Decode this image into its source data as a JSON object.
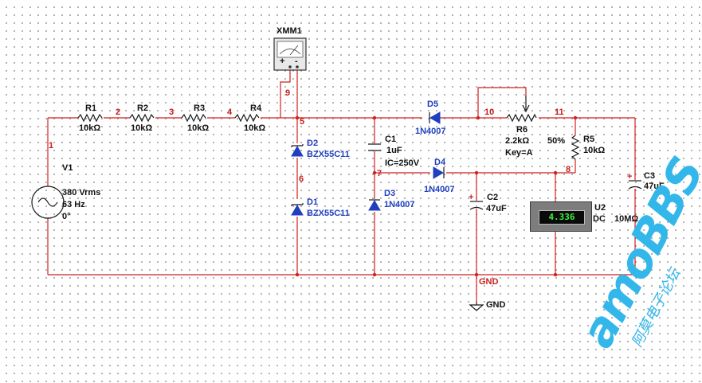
{
  "nodes": {
    "n1": "1",
    "n2": "2",
    "n3": "3",
    "n4": "4",
    "n5": "5",
    "n6": "6",
    "n7": "7",
    "n8": "8",
    "n9": "9",
    "n10": "10",
    "n11": "11",
    "gnd": "GND"
  },
  "components": {
    "r1": {
      "ref": "R1",
      "value": "10kΩ"
    },
    "r2": {
      "ref": "R2",
      "value": "10kΩ"
    },
    "r3": {
      "ref": "R3",
      "value": "10kΩ"
    },
    "r4": {
      "ref": "R4",
      "value": "10kΩ"
    },
    "r5": {
      "ref": "R5",
      "value": "10kΩ"
    },
    "r6": {
      "ref": "R6",
      "value": "2.2kΩ",
      "percent": "50%",
      "key": "Key=A"
    },
    "v1": {
      "ref": "V1",
      "amplitude": "380 Vrms",
      "frequency": "63 Hz",
      "phase": "0°"
    },
    "d1": {
      "ref": "D1",
      "part": "BZX55C11"
    },
    "d2": {
      "ref": "D2",
      "part": "BZX55C11"
    },
    "d3": {
      "ref": "D3",
      "part": "1N4007"
    },
    "d4": {
      "ref": "D4",
      "part": "1N4007"
    },
    "d5": {
      "ref": "D5",
      "part": "1N4007"
    },
    "c1": {
      "ref": "C1",
      "value": "1uF",
      "ic": "IC=250V"
    },
    "c2": {
      "ref": "C2",
      "value": "47uF"
    },
    "c3": {
      "ref": "C3",
      "value": "47uF"
    },
    "xmm1": {
      "ref": "XMM1",
      "plus": "+",
      "minus": "-"
    },
    "u2": {
      "ref": "U2",
      "mode": "DC",
      "resistance": "10MΩ",
      "reading": "4.336"
    },
    "ground": {
      "label": "GND"
    }
  },
  "watermark": {
    "main": "amoBBS",
    "sub": "阿莫电子论坛"
  },
  "colors": {
    "wire": "#d21f1f",
    "part_label": "#1f3fbf",
    "meter_display": "#3cf23c",
    "watermark": "#33b7ea"
  }
}
